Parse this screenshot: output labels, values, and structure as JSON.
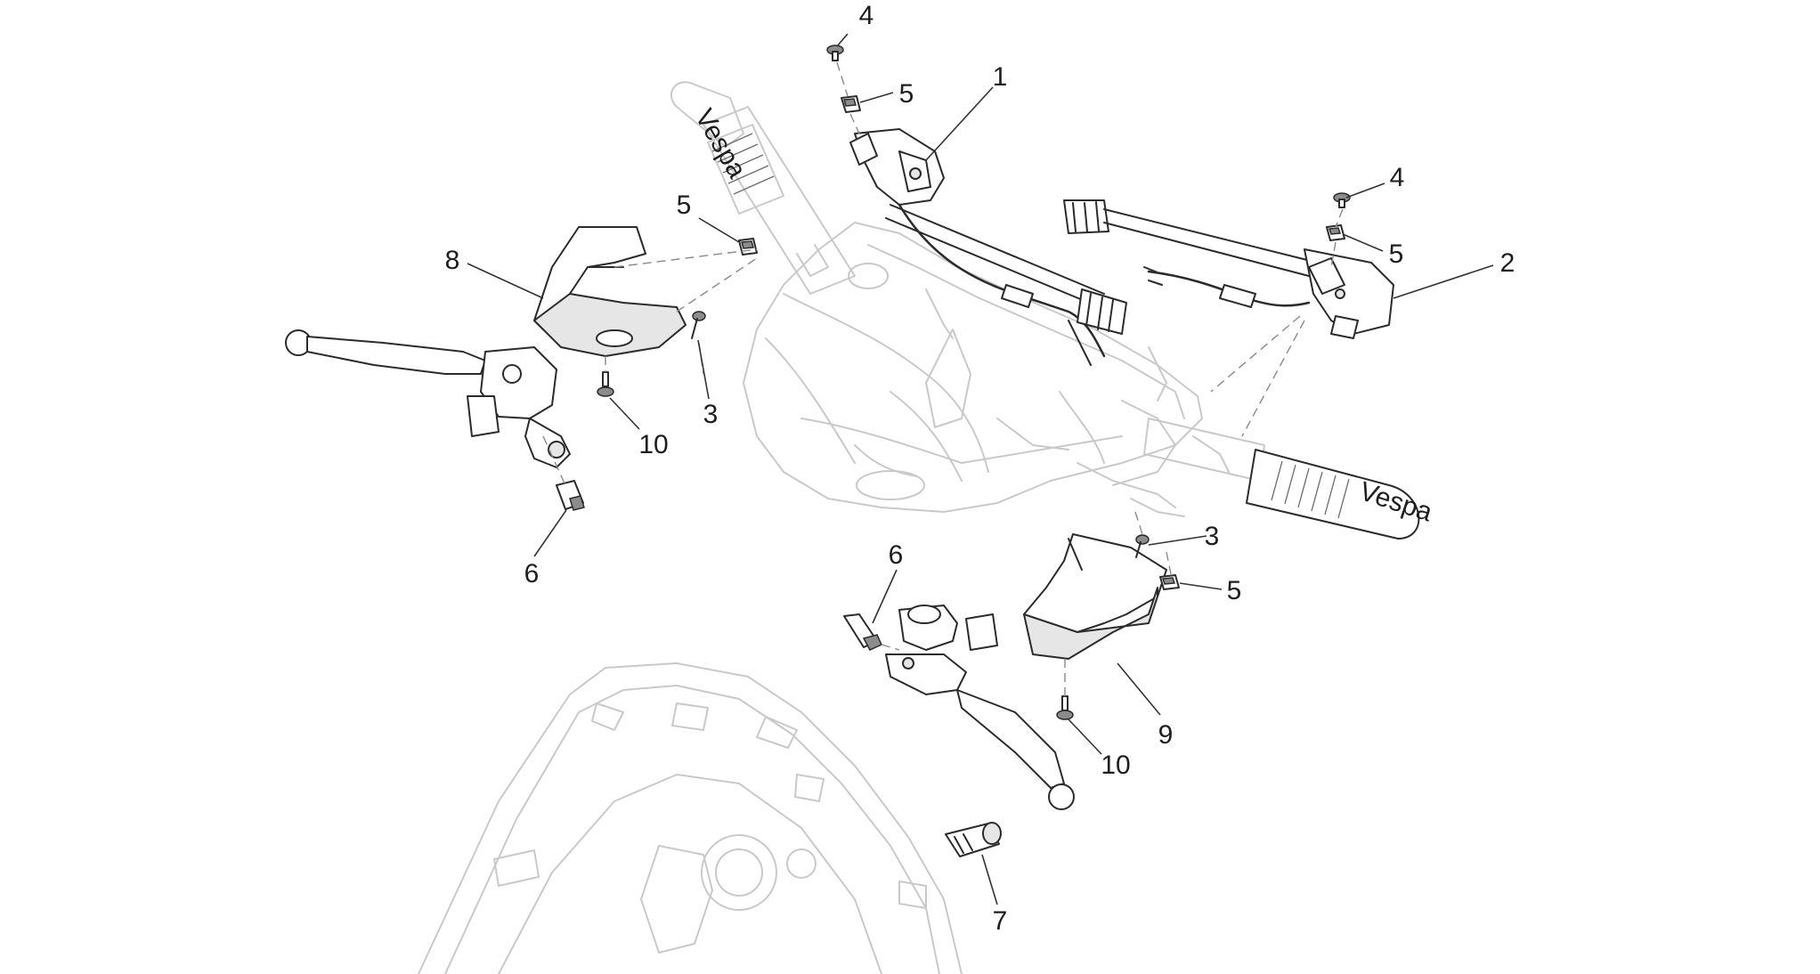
{
  "diagram": {
    "callouts": [
      {
        "id": "c4a",
        "label": "4"
      },
      {
        "id": "c5a",
        "label": "5"
      },
      {
        "id": "c1",
        "label": "1"
      },
      {
        "id": "c5b",
        "label": "5"
      },
      {
        "id": "c8",
        "label": "8"
      },
      {
        "id": "c4b",
        "label": "4"
      },
      {
        "id": "c5c",
        "label": "5"
      },
      {
        "id": "c2",
        "label": "2"
      },
      {
        "id": "c3a",
        "label": "3"
      },
      {
        "id": "c10a",
        "label": "10"
      },
      {
        "id": "c6a",
        "label": "6"
      },
      {
        "id": "c3b",
        "label": "3"
      },
      {
        "id": "c6b",
        "label": "6"
      },
      {
        "id": "c5d",
        "label": "5"
      },
      {
        "id": "c9",
        "label": "9"
      },
      {
        "id": "c10b",
        "label": "10"
      },
      {
        "id": "c7",
        "label": "7"
      }
    ],
    "grip_brand_left": "Vespa",
    "grip_brand_right": "Vespa"
  }
}
